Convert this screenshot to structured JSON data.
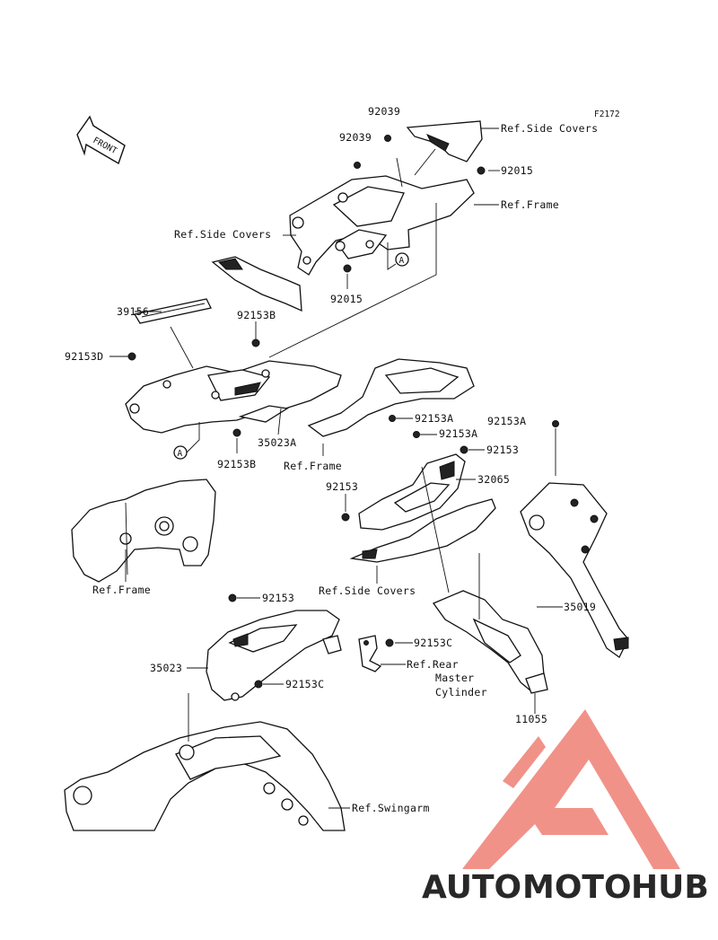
{
  "figure_code": "F2172",
  "front_label": "FRONT",
  "labels": {
    "p92039_top": "92039",
    "p92039_mid": "92039",
    "ref_side_covers_top": "Ref.Side Covers",
    "p92015_right": "92015",
    "ref_frame_top": "Ref.Frame",
    "ref_side_covers_left": "Ref.Side Covers",
    "circle_a_top": "A",
    "p92015_bottom": "92015",
    "p39156": "39156",
    "p92153B_top": "92153B",
    "p92153D": "92153D",
    "circle_a_left": "A",
    "p35023A": "35023A",
    "p92153B_bottom": "92153B",
    "ref_frame_mid": "Ref.Frame",
    "p92153A_1": "92153A",
    "p92153A_2": "92153A",
    "p92153A_3": "92153A",
    "p92153_right": "92153",
    "p32065": "32065",
    "p92153_left": "92153",
    "ref_frame_left": "Ref.Frame",
    "ref_side_covers_bottom": "Ref.Side Covers",
    "p35019": "35019",
    "p92153_lower": "92153",
    "p92153C_right": "92153C",
    "ref_rear_master_1": "Ref.Rear",
    "ref_rear_master_2": "Master",
    "ref_rear_master_3": "Cylinder",
    "p35023": "35023",
    "p92153C_left": "92153C",
    "p11055": "11055",
    "ref_swingarm": "Ref.Swingarm"
  },
  "watermark": {
    "part1": "AUTO",
    "part2": "MOTO",
    "part3": "HUB",
    "color_auto": "#f3c79a",
    "color_moto": "#f2a39b",
    "color_hub": "#8a8a8a",
    "logo_color": "#ee7f74"
  }
}
